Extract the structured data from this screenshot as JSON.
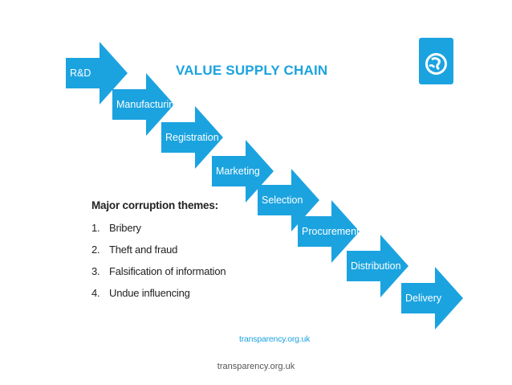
{
  "title": "VALUE SUPPLY CHAIN",
  "chain": [
    "R&D",
    "Manufacturing",
    "Registration",
    "Marketing",
    "Selection",
    "Procurement",
    "Distribution",
    "Delivery"
  ],
  "themes": {
    "heading": "Major corruption themes:",
    "items": [
      {
        "number": "1.",
        "label": "Bribery"
      },
      {
        "number": "2.",
        "label": "Theft and fraud"
      },
      {
        "number": "3.",
        "label": "Falsification of information"
      },
      {
        "number": "4.",
        "label": "Undue influencing"
      }
    ]
  },
  "footer": {
    "site": "transparency.org.uk",
    "caption": "transparency.org.uk"
  },
  "colors": {
    "arrow": "#1ba3e0",
    "title": "#1ba3e0",
    "logo": "#1ba3e0",
    "site_text": "#1ba3e0"
  },
  "icons": {
    "logo": "globe-icon"
  }
}
